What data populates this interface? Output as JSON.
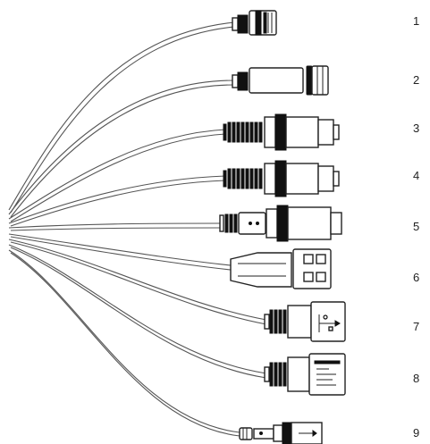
{
  "diagram": {
    "connectors": [
      {
        "label": "1",
        "icon": "bnc-video-connector-icon"
      },
      {
        "label": "2",
        "icon": "power-jack-connector-icon"
      },
      {
        "label": "3",
        "icon": "audio-rca-connector-icon"
      },
      {
        "label": "4",
        "icon": "audio-rca-connector-icon"
      },
      {
        "label": "5",
        "icon": "dc-power-connector-icon"
      },
      {
        "label": "6",
        "icon": "terminal-block-connector-icon"
      },
      {
        "label": "7",
        "icon": "usb-connector-icon"
      },
      {
        "label": "8",
        "icon": "rj45-network-connector-icon"
      },
      {
        "label": "9",
        "icon": "reset-button-connector-icon"
      }
    ],
    "colors": {
      "cable": "#555555",
      "outline": "#222222",
      "fill_dark": "#111111",
      "background": "#ffffff"
    }
  }
}
